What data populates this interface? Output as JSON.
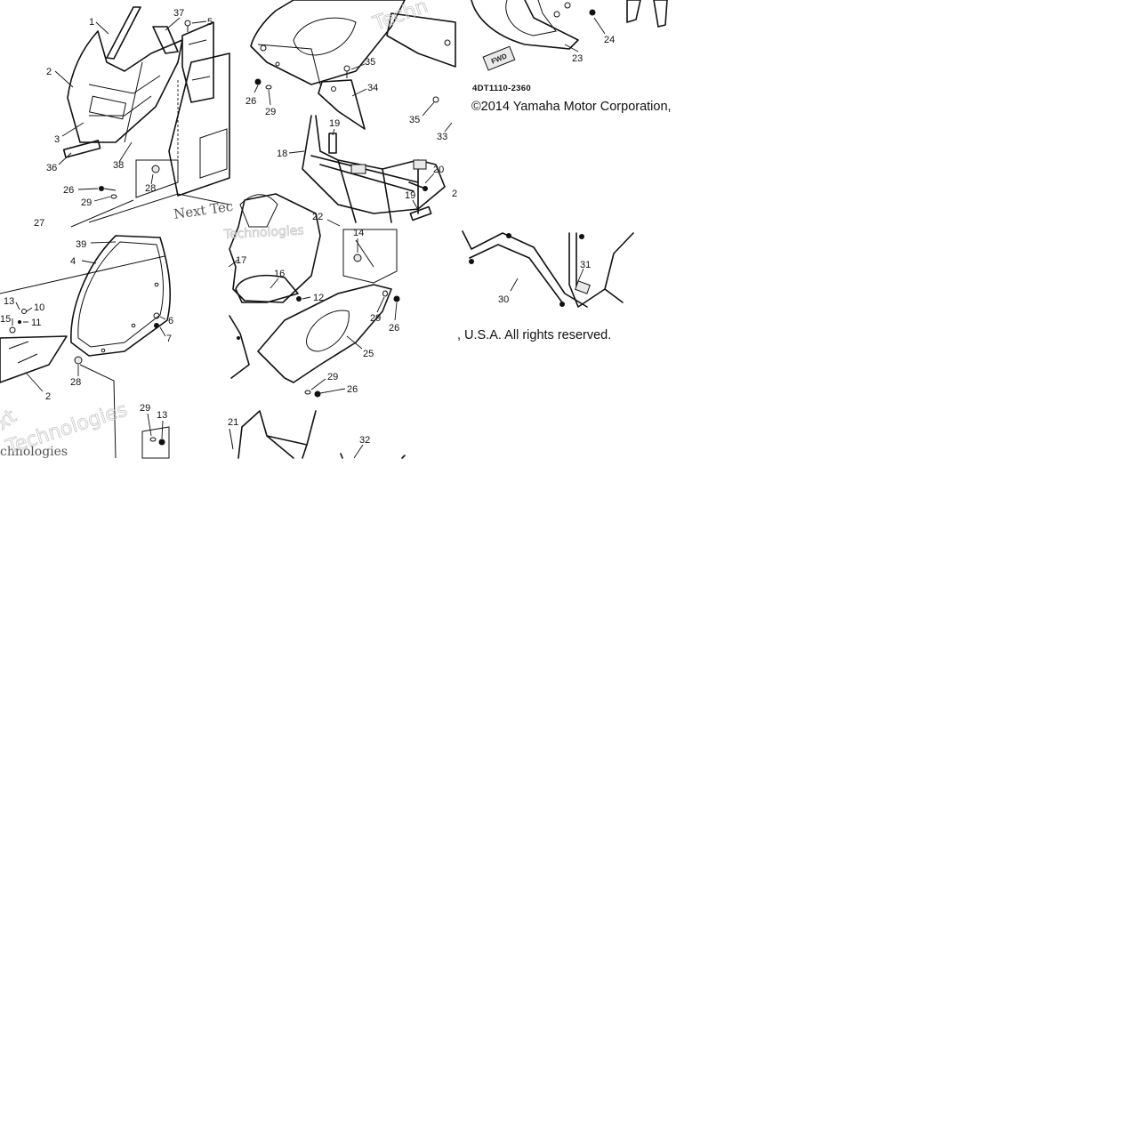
{
  "diagram": {
    "callouts": [
      {
        "id": "c1",
        "text": "1"
      },
      {
        "id": "c37",
        "text": "37"
      },
      {
        "id": "c5",
        "text": "5"
      },
      {
        "id": "c2a",
        "text": "2"
      },
      {
        "id": "c3",
        "text": "3"
      },
      {
        "id": "c36",
        "text": "36"
      },
      {
        "id": "c38",
        "text": "38"
      },
      {
        "id": "c28a",
        "text": "28"
      },
      {
        "id": "c26a",
        "text": "26"
      },
      {
        "id": "c29a",
        "text": "29"
      },
      {
        "id": "c27",
        "text": "27"
      },
      {
        "id": "c35a",
        "text": "35"
      },
      {
        "id": "c34",
        "text": "34"
      },
      {
        "id": "c26b",
        "text": "26"
      },
      {
        "id": "c29b",
        "text": "29"
      },
      {
        "id": "c35b",
        "text": "35"
      },
      {
        "id": "c33",
        "text": "33"
      },
      {
        "id": "c19a",
        "text": "19"
      },
      {
        "id": "c18",
        "text": "18"
      },
      {
        "id": "c20",
        "text": "20"
      },
      {
        "id": "c19b",
        "text": "19"
      },
      {
        "id": "c2b",
        "text": "2"
      },
      {
        "id": "c22",
        "text": "22"
      },
      {
        "id": "c24",
        "text": "24"
      },
      {
        "id": "c23",
        "text": "23"
      },
      {
        "id": "c39",
        "text": "39"
      },
      {
        "id": "c4",
        "text": "4"
      },
      {
        "id": "c13a",
        "text": "13"
      },
      {
        "id": "c10",
        "text": "10"
      },
      {
        "id": "c15",
        "text": "15"
      },
      {
        "id": "c11",
        "text": "11"
      },
      {
        "id": "c6",
        "text": "6"
      },
      {
        "id": "c7",
        "text": "7"
      },
      {
        "id": "c2c",
        "text": "2"
      },
      {
        "id": "c28b",
        "text": "28"
      },
      {
        "id": "c29c",
        "text": "29"
      },
      {
        "id": "c13b",
        "text": "13"
      },
      {
        "id": "c17",
        "text": "17"
      },
      {
        "id": "c16",
        "text": "16"
      },
      {
        "id": "c12",
        "text": "12"
      },
      {
        "id": "c14",
        "text": "14"
      },
      {
        "id": "c29d",
        "text": "29"
      },
      {
        "id": "c26c",
        "text": "26"
      },
      {
        "id": "c25",
        "text": "25"
      },
      {
        "id": "c29e",
        "text": "29"
      },
      {
        "id": "c26d",
        "text": "26"
      },
      {
        "id": "c21",
        "text": "21"
      },
      {
        "id": "c32",
        "text": "32"
      },
      {
        "id": "c31",
        "text": "31"
      },
      {
        "id": "c30",
        "text": "30"
      }
    ],
    "part_code": "4DT1110-2360",
    "fwd_tag": "FWD",
    "copyright_line1": "©2014 Yamaha Motor Corporation,",
    "copyright_line2": ", U.S.A. All rights reserved.",
    "watermarks": {
      "w1": "Techn",
      "w2": "Next Tec",
      "w3": "Technologies",
      "w4": "xt",
      "w5": "chnologies",
      "w6": "Technologies"
    }
  }
}
